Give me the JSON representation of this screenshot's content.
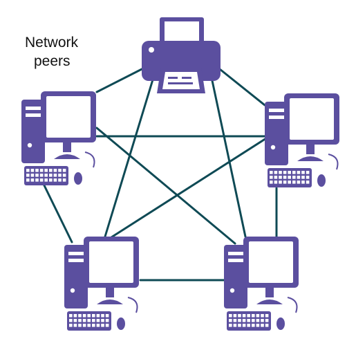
{
  "title": {
    "line1": "Network",
    "line2": "peers"
  },
  "colors": {
    "device": "#5b4f9f",
    "device_dark": "#3c3473",
    "screen": "#ffffff",
    "link": "#0f4a55"
  },
  "nodes": [
    {
      "id": "printer",
      "kind": "printer",
      "icon": "printer-icon"
    },
    {
      "id": "pc-left",
      "kind": "computer",
      "icon": "desktop-computer-icon"
    },
    {
      "id": "pc-right",
      "kind": "computer",
      "icon": "desktop-computer-icon"
    },
    {
      "id": "pc-bottom-left",
      "kind": "computer",
      "icon": "desktop-computer-icon"
    },
    {
      "id": "pc-bottom-right",
      "kind": "computer",
      "icon": "desktop-computer-icon"
    }
  ],
  "links": [
    [
      "printer",
      "pc-left"
    ],
    [
      "printer",
      "pc-right"
    ],
    [
      "printer",
      "pc-bottom-left"
    ],
    [
      "printer",
      "pc-bottom-right"
    ],
    [
      "pc-left",
      "pc-right"
    ],
    [
      "pc-left",
      "pc-bottom-left"
    ],
    [
      "pc-left",
      "pc-bottom-right"
    ],
    [
      "pc-right",
      "pc-bottom-left"
    ],
    [
      "pc-right",
      "pc-bottom-right"
    ],
    [
      "pc-bottom-left",
      "pc-bottom-right"
    ]
  ]
}
